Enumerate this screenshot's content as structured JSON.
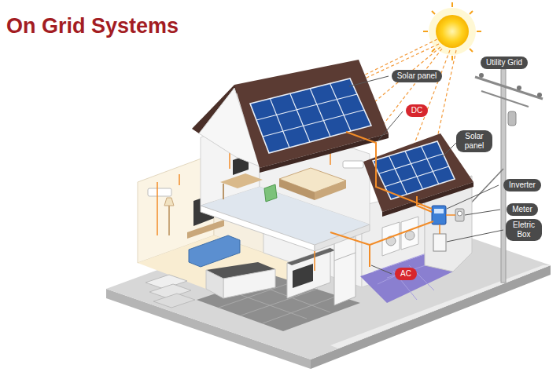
{
  "diagram": {
    "title": "On Grid Systems",
    "nodes": [
      {
        "text": [
          "Utility Grid"
        ]
      },
      {
        "text": [
          "Solar panel"
        ]
      },
      {
        "text": [
          "DC"
        ]
      },
      {
        "text": [
          "Solar panel"
        ]
      },
      {
        "text": [
          "Inverter"
        ]
      },
      {
        "text": [
          "Meter"
        ]
      },
      {
        "text": [
          "Eletric Box"
        ]
      },
      {
        "text": [
          "AC"
        ]
      }
    ]
  }
}
